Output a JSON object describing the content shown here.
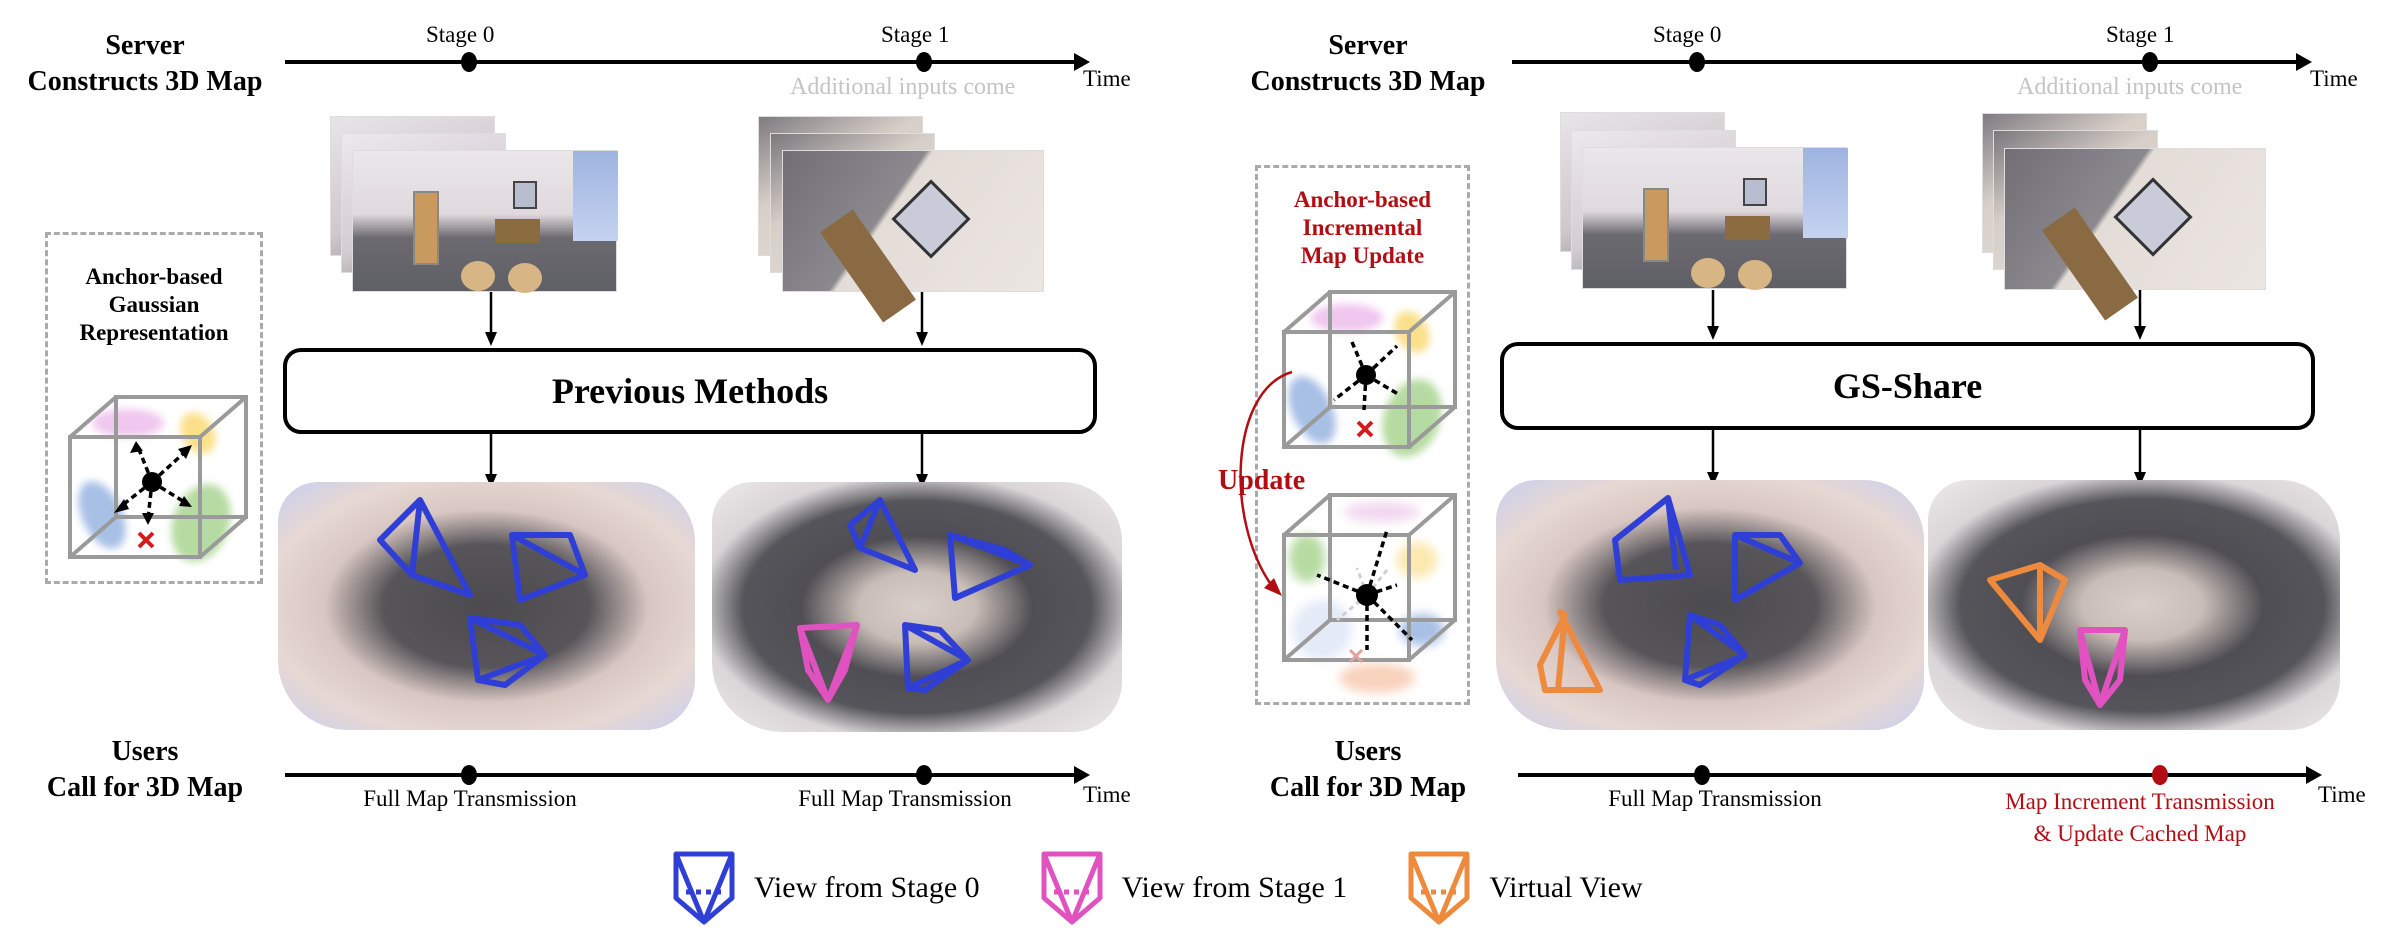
{
  "colors": {
    "stage0_view": "#2f3fd6",
    "stage1_view": "#e052c0",
    "virtual_view": "#ee8a3e",
    "highlight_red": "#b10d12",
    "note_gray": "#c4c4c4"
  },
  "left_panel": {
    "server_label_line1": "Server",
    "server_label_line2": "Constructs 3D Map",
    "server_timeline": {
      "stage0": "Stage 0",
      "stage1": "Stage 1",
      "time": "Time",
      "note": "Additional inputs come"
    },
    "method_name": "Previous Methods",
    "representation_box": {
      "line1": "Anchor-based",
      "line2": "Gaussian",
      "line3": "Representation"
    },
    "users_label_line1": "Users",
    "users_label_line2": "Call for 3D Map",
    "user_timeline": {
      "event0": "Full Map Transmission",
      "event1": "Full Map Transmission",
      "time": "Time"
    }
  },
  "right_panel": {
    "server_label_line1": "Server",
    "server_label_line2": "Constructs 3D Map",
    "server_timeline": {
      "stage0": "Stage 0",
      "stage1": "Stage 1",
      "time": "Time",
      "note": "Additional inputs come"
    },
    "method_name": "GS-Share",
    "update_box": {
      "line1": "Anchor-based",
      "line2": "Incremental",
      "line3": "Map Update",
      "update_arrow_label": "Update"
    },
    "users_label_line1": "Users",
    "users_label_line2": "Call for 3D Map",
    "user_timeline": {
      "event0": "Full Map Transmission",
      "event1_line1": "Map Increment Transmission",
      "event1_line2": "& Update Cached Map",
      "time": "Time"
    }
  },
  "legend": [
    {
      "label": "View from Stage 0",
      "icon": "camera-frustum-blue-icon"
    },
    {
      "label": "View from Stage 1",
      "icon": "camera-frustum-pink-icon"
    },
    {
      "label": "Virtual View",
      "icon": "camera-frustum-orange-icon"
    }
  ]
}
